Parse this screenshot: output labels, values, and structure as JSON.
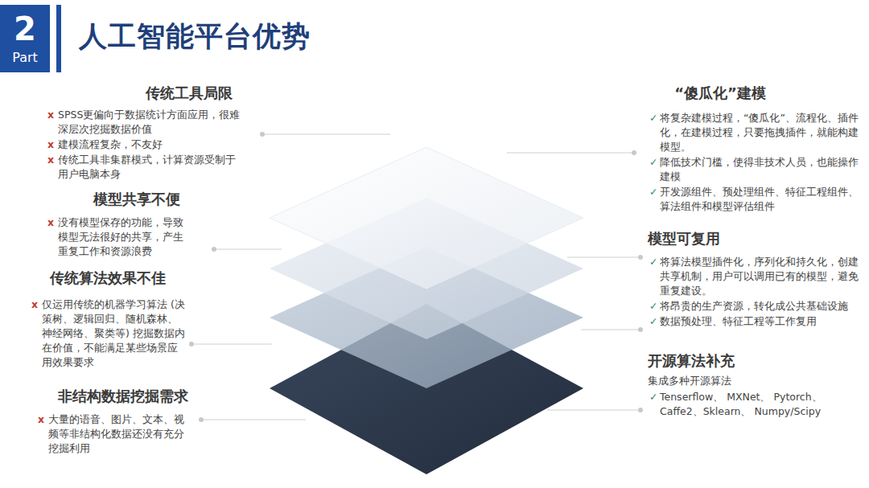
{
  "diagram": {
    "title": "人工智能平台优势",
    "labels": [
      "2",
      "Part",
      "传统工具局限",
      "x",
      "SPSS更偏向于数据统计方面应用，很难深层次挖掘数据价值",
      "x",
      "建模流程复杂，不友好",
      "x",
      "传统工具非集群模式，计算资源受制于用户电脑本身",
      "模型共享不便",
      "x",
      "没有模型保存的功能，导致模型无法很好的共享，产生重复工作和资源浪费",
      "传统算法效果不佳",
      "x",
      "仅运用传统的机器学习算法 (决策树、逻辑回归、随机森林、神经网络、聚类等) 挖掘数据内在价值，不能满足某些场景应用效果要求",
      "非结构数据挖掘需求",
      "x",
      "大量的语音、图片、文本、视频等非结构化数据还没有充分挖掘利用",
      "“傻瓜化”建模",
      "✓",
      "将复杂建模过程，“傻瓜化”、流程化、插件化，在建模过程，只要拖拽插件，就能构建模型。",
      "✓",
      "降低技术门槛，使得非技术人员，也能操作建模",
      "✓",
      "开发源组件、预处理组件、特征工程组件、算法组件和模型评估组件",
      "模型可复用",
      "✓",
      "将算法模型插件化，序列化和持久化，创建共享机制，用户可以调用已有的模型，避免重复建设。",
      "✓",
      "将昂贵的生产资源，转化成公共基础设施",
      "✓",
      "数据预处理、特征工程等工作复用",
      "开源算法补充",
      "集成多种开源算法",
      "✓",
      "Tenserflow、 MXNet、 Pytorch、 Caffe2、Sklearn、 Numpy/Scipy"
    ]
  }
}
